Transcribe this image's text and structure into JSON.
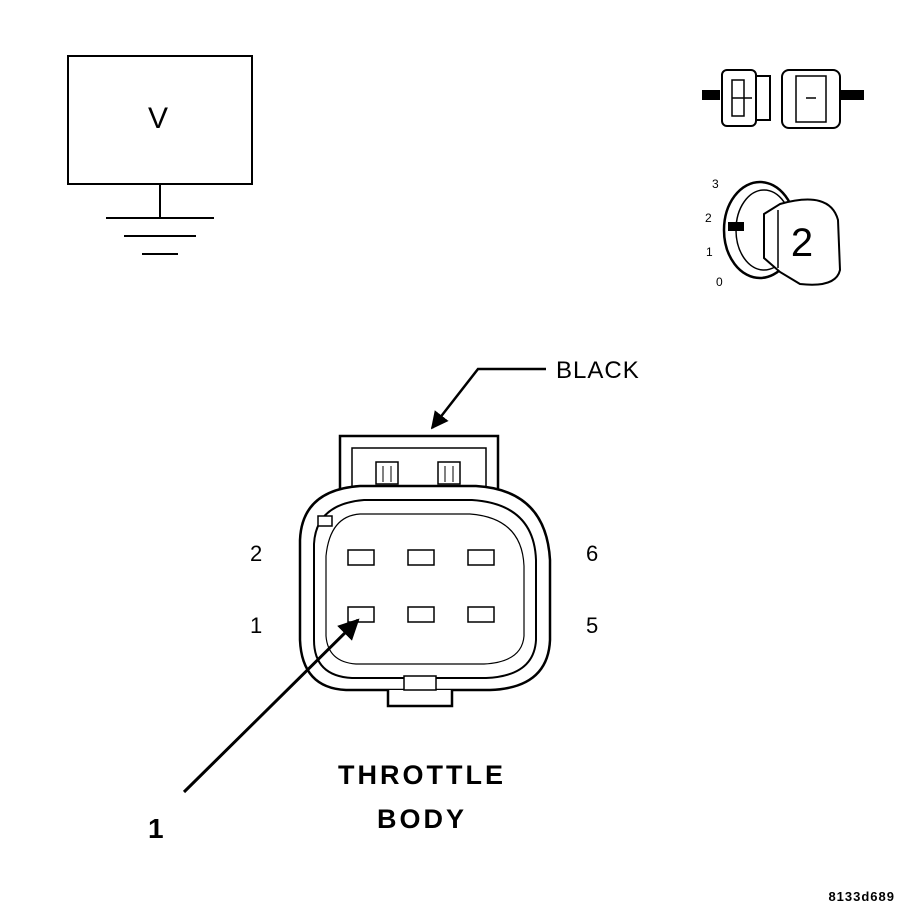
{
  "voltmeter": {
    "symbol": "V"
  },
  "connector": {
    "color_label": "BLACK",
    "title_line1": "THROTTLE",
    "title_line2": "BODY",
    "pins": {
      "p1": "1",
      "p2": "2",
      "p5": "5",
      "p6": "6"
    }
  },
  "callout": {
    "number": "1"
  },
  "ignition": {
    "positions": [
      "3",
      "2",
      "1",
      "0"
    ],
    "key_number": "2"
  },
  "figure_code": "8133d689",
  "icons": [
    "voltmeter-ground-icon",
    "disconnected-connector-icon",
    "ignition-key-icon",
    "ground-symbol-icon"
  ]
}
